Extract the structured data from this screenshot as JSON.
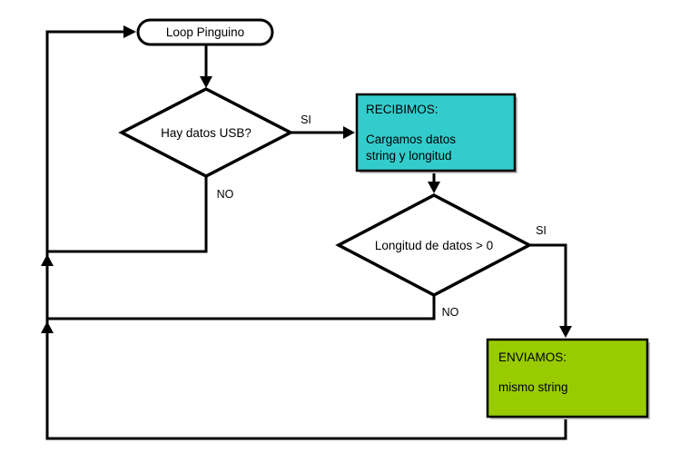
{
  "flowchart": {
    "start": {
      "label": "Loop Pinguino"
    },
    "decision_usb": {
      "label": "Hay datos USB?",
      "yes_label": "SI",
      "no_label": "NO"
    },
    "process_receive": {
      "title": "RECIBIMOS:",
      "body_line1": "Cargamos datos",
      "body_line2": "string y longitud"
    },
    "decision_length": {
      "label": "Longitud de datos > 0",
      "yes_label": "SI",
      "no_label": "NO"
    },
    "process_send": {
      "title": "ENVIAMOS:",
      "body_line1": "mismo string"
    }
  },
  "colors": {
    "background": "#FFFFFF",
    "line": "#000000",
    "receive_fill": "#33CCCC",
    "send_fill": "#99CC00",
    "shadow": "#BFBFBF"
  }
}
